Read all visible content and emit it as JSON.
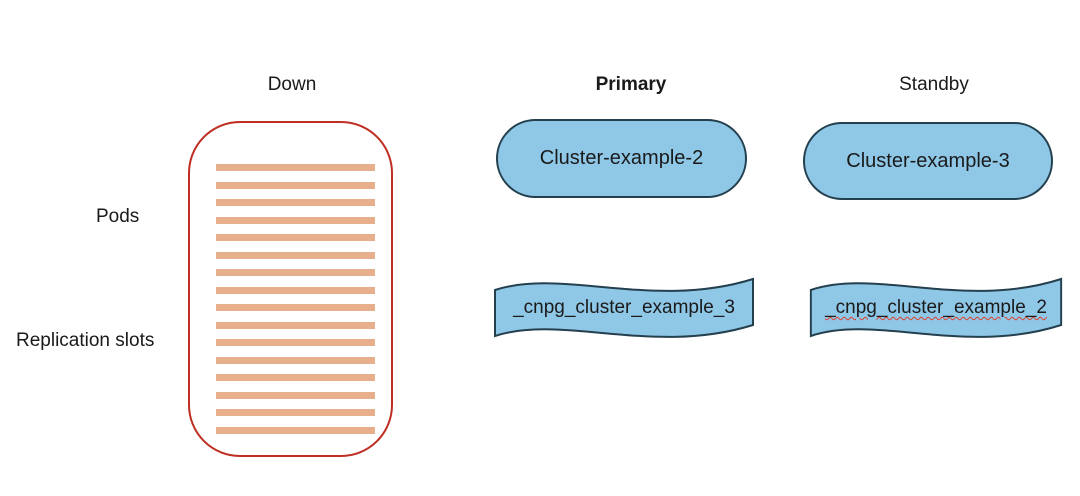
{
  "diagram": {
    "columns": {
      "down_label": "Down",
      "primary_label": "Primary",
      "standby_label": "Standby"
    },
    "rows": {
      "pods_label": "Pods",
      "replication_slots_label": "Replication slots"
    },
    "pods_box": {
      "stripe_count": 16,
      "stripe_color": "#E7AF8C",
      "border_color": "#BE2E22"
    },
    "primary": {
      "pod_name": "Cluster-example-2",
      "replication_slot": "_cnpg_cluster_example_3"
    },
    "standby": {
      "pod_name": "Cluster-example-3",
      "replication_slot": "_cnpg_cluster_example_2",
      "replication_slot_misspelled": true
    },
    "colors": {
      "shape_fill": "#8FC7E7",
      "shape_border": "#24404F",
      "spellcheck_underline": "#E0402A"
    }
  }
}
